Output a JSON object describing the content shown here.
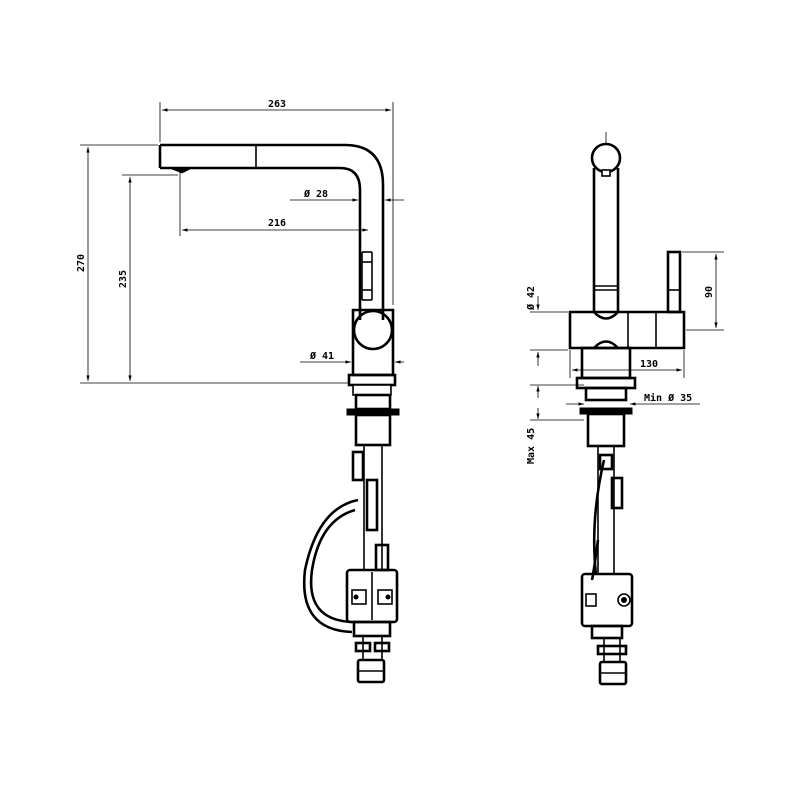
{
  "side_view": {
    "dim_total_width": "263",
    "dim_spout_reach": "216",
    "dim_total_height": "270",
    "dim_spout_height": "235",
    "dim_spout_diameter": "Ø 28",
    "dim_body_diameter": "Ø 41"
  },
  "front_view": {
    "dim_body_diameter": "Ø 42",
    "dim_handle_height": "90",
    "dim_body_width": "130",
    "dim_hole_diameter": "Min Ø 35",
    "dim_deck_thickness": "Max 45"
  }
}
